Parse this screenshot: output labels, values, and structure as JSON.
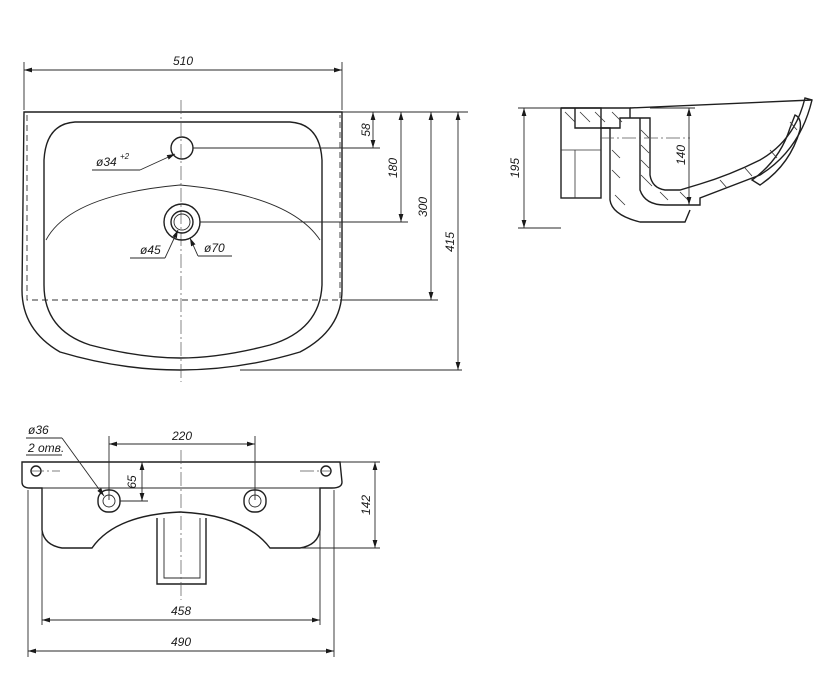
{
  "colors": {
    "ink": "#1f1f1f",
    "background": "#ffffff"
  },
  "top_view": {
    "width": "510",
    "hole_depth": "58",
    "drain_depth": "180",
    "bowl_depth": "300",
    "total_depth": "415",
    "tap_hole": "ø34",
    "tap_hole_tolerance": "+2",
    "drain_inner": "ø45",
    "drain_outer": "ø70"
  },
  "side_view": {
    "height": "195",
    "bowl_height": "140"
  },
  "back_view": {
    "mount_hole": "ø36",
    "mount_hole_count": "2 отв.",
    "mount_spacing": "220",
    "mount_offset": "65",
    "height": "142",
    "inner_width": "458",
    "outer_width": "490"
  }
}
